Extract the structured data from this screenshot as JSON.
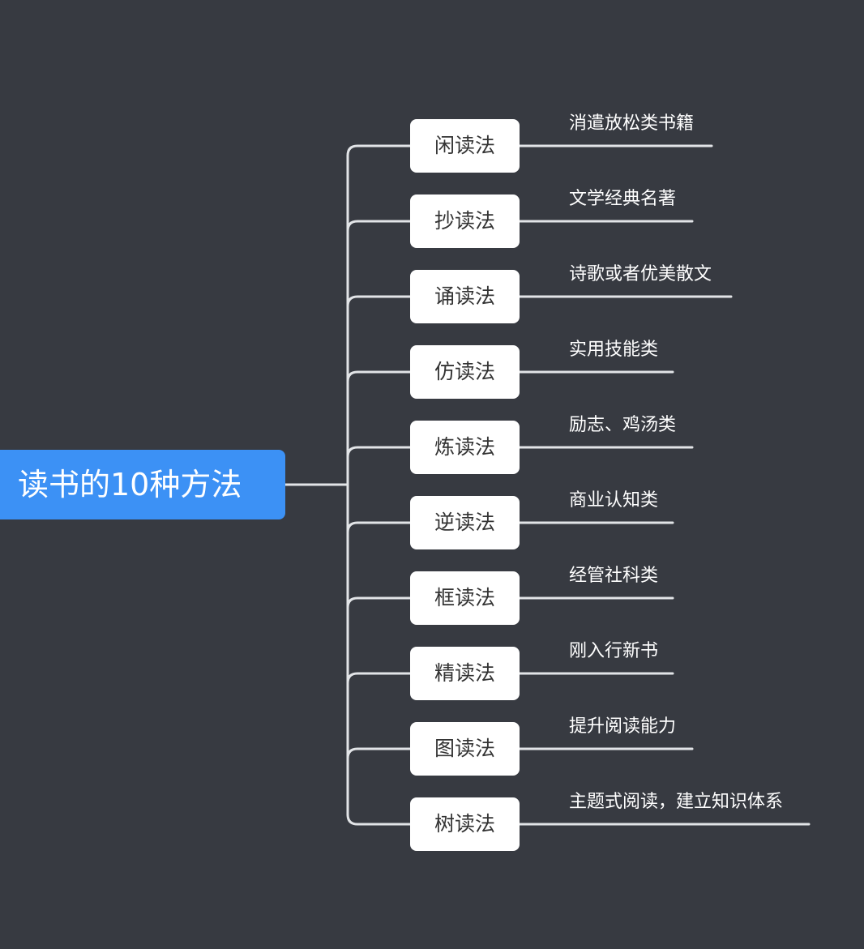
{
  "root": {
    "label": "读书的10种方法"
  },
  "branches": [
    {
      "method": "闲读法",
      "description": "消遣放松类书籍"
    },
    {
      "method": "抄读法",
      "description": "文学经典名著"
    },
    {
      "method": "诵读法",
      "description": "诗歌或者优美散文"
    },
    {
      "method": "仿读法",
      "description": "实用技能类"
    },
    {
      "method": "炼读法",
      "description": "励志、鸡汤类"
    },
    {
      "method": "逆读法",
      "description": "商业认知类"
    },
    {
      "method": "框读法",
      "description": "经管社科类"
    },
    {
      "method": "精读法",
      "description": "刚入行新书"
    },
    {
      "method": "图读法",
      "description": "提升阅读能力"
    },
    {
      "method": "树读法",
      "description": "主题式阅读，建立知识体系"
    }
  ],
  "colors": {
    "background": "#373a41",
    "root_fill": "#3c91f5",
    "node_fill": "#ffffff",
    "connector": "#e2e4e7"
  }
}
